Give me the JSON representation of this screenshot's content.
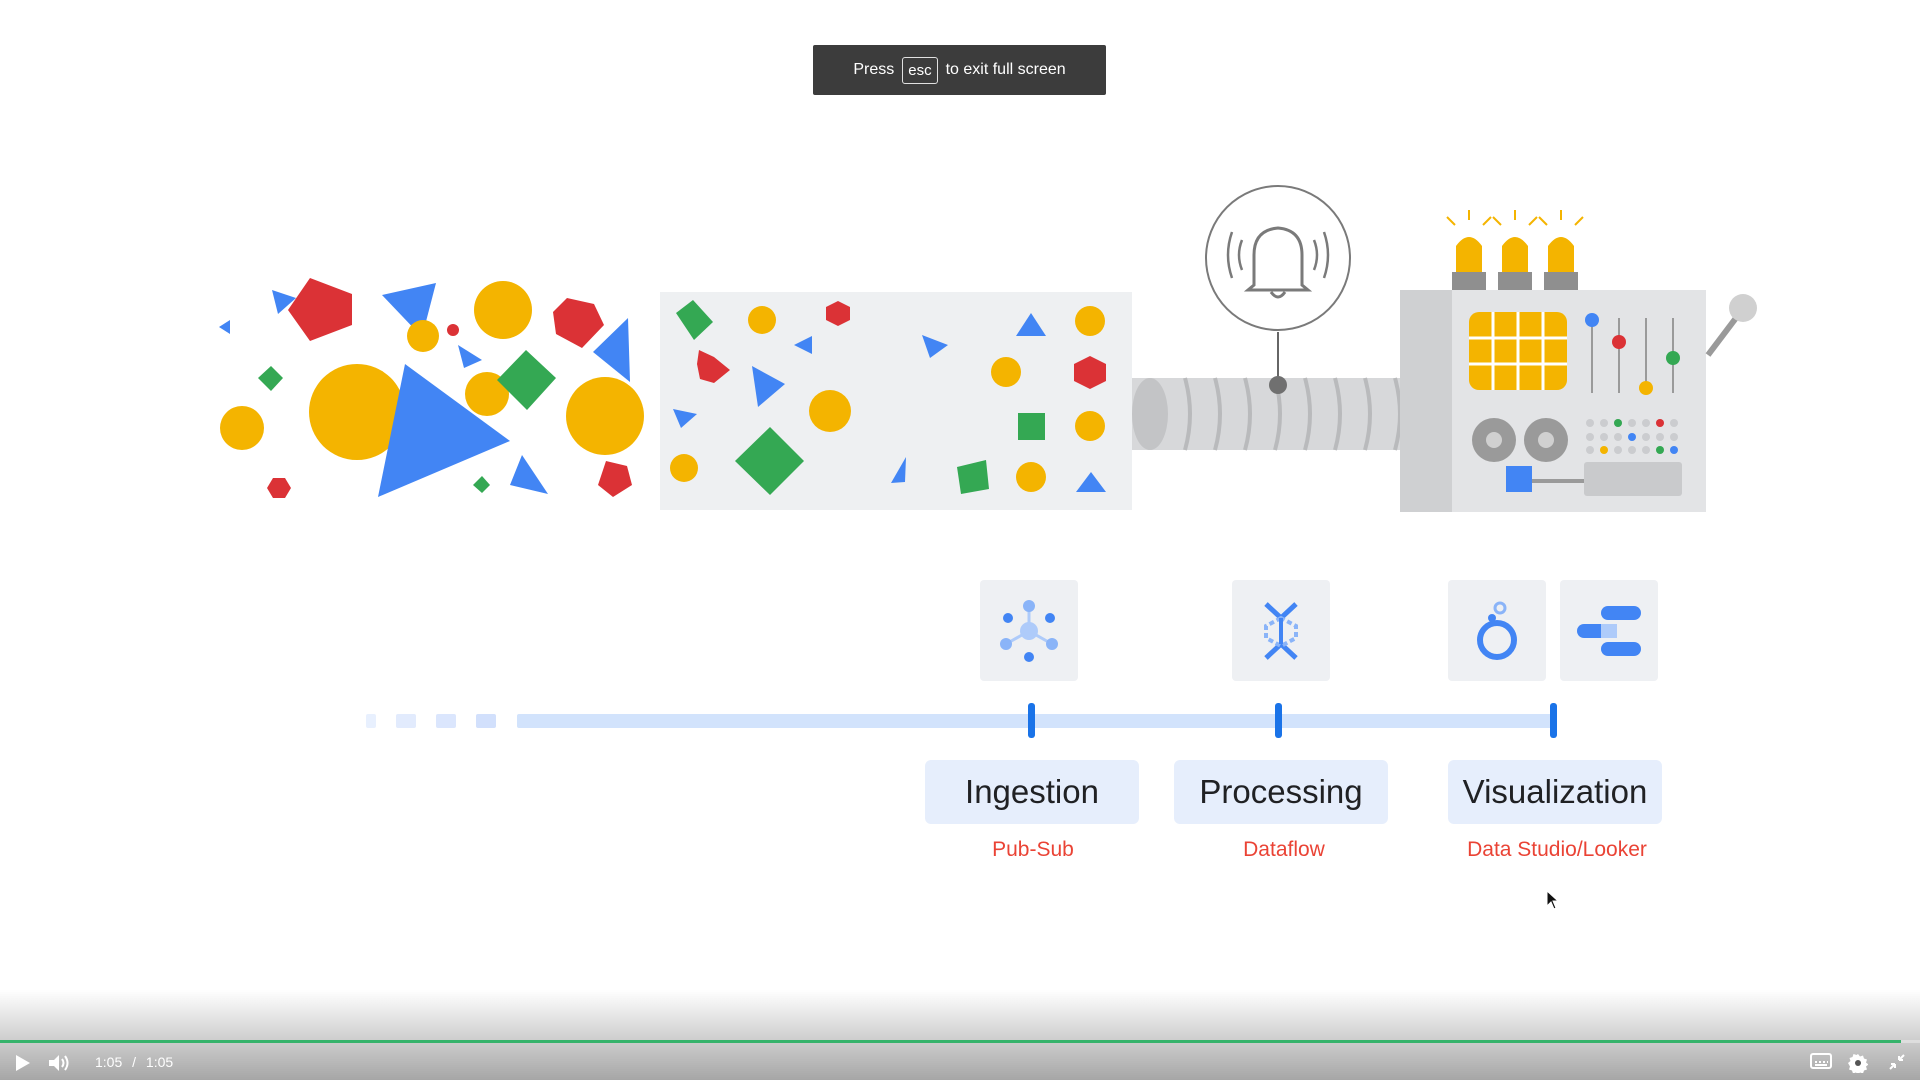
{
  "fullscreen_notice": {
    "prefix": "Press",
    "key": "esc",
    "suffix": "to exit full screen"
  },
  "stages": [
    {
      "label": "Ingestion",
      "tool": "Pub-Sub"
    },
    {
      "label": "Processing",
      "tool": "Dataflow"
    },
    {
      "label": "Visualization",
      "tool": "Data Studio/Looker"
    }
  ],
  "player": {
    "current_time": "1:05",
    "separator": "/",
    "duration": "1:05",
    "progress": 0.99,
    "progress_color": "#36b36b"
  },
  "colors": {
    "google_blue": "#4285f4",
    "google_red": "#db3236",
    "google_yellow": "#f4b400",
    "google_green": "#34a853",
    "tool_label": "#ea4335",
    "stage_bg": "#e6eefc"
  },
  "icons": {
    "pubsub": "pubsub-icon",
    "dataflow": "dataflow-icon",
    "looker": "looker-icon",
    "data_studio": "data-studio-icon",
    "bell": "bell-icon"
  }
}
